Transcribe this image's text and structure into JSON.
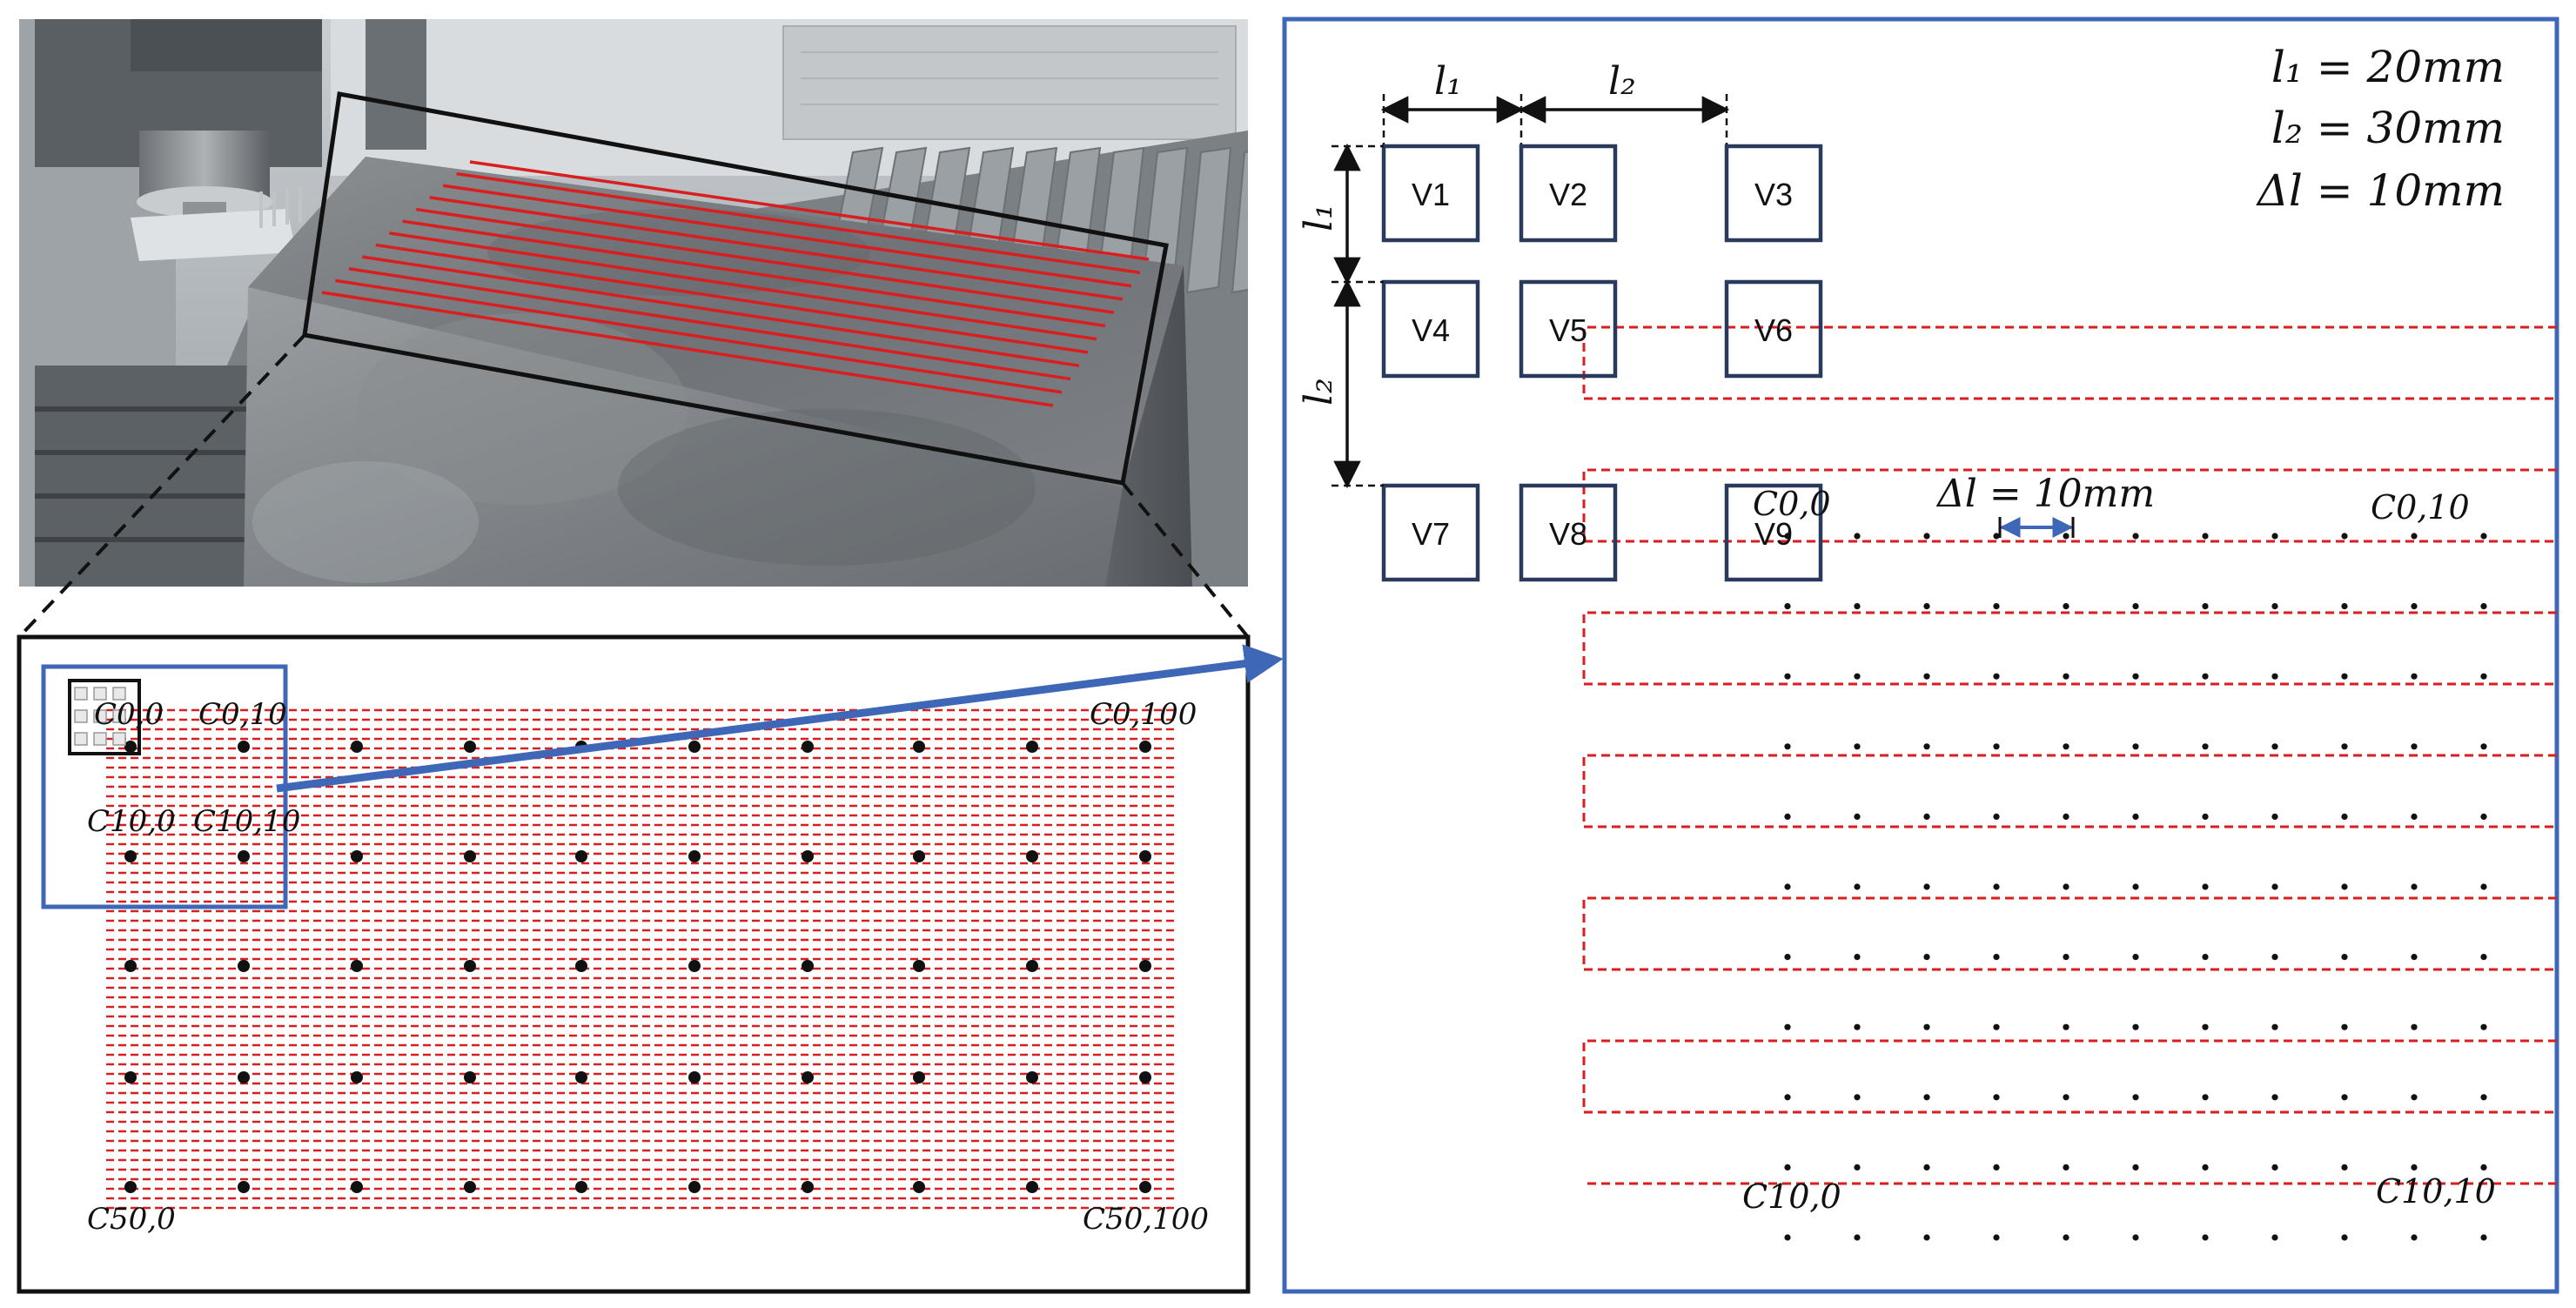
{
  "figure": {
    "params": {
      "l1": "l₁ = 20mm",
      "l2": "l₂ = 30mm",
      "dl": "Δl = 10mm"
    },
    "dim_labels": {
      "l1_h": "l₁",
      "l2_h": "l₂",
      "l1_v": "l₁",
      "l2_v": "l₂",
      "dl_callout": "Δl = 10mm"
    },
    "v_boxes": [
      "V1",
      "V2",
      "V3",
      "V4",
      "V5",
      "V6",
      "V7",
      "V8",
      "V9"
    ],
    "grid_labels": {
      "c00": "C0,0",
      "c010": "C0,10",
      "c0100": "C0,100",
      "c100": "C10,0",
      "c1010": "C10,10",
      "c500": "C50,0",
      "c50100": "C50,100"
    },
    "detail_labels": {
      "c00": "C0,0",
      "c010": "C0,10",
      "c100": "C10,0",
      "c1010": "C10,10"
    },
    "colors": {
      "path_red": "#d81e1e",
      "zoom_blue": "#3f67b8",
      "box_navy": "#2a3a5c",
      "frame_black": "#111111"
    },
    "icons": {
      "machine": "cnc-spindle-icon",
      "workpiece": "stone-block-icon"
    }
  }
}
